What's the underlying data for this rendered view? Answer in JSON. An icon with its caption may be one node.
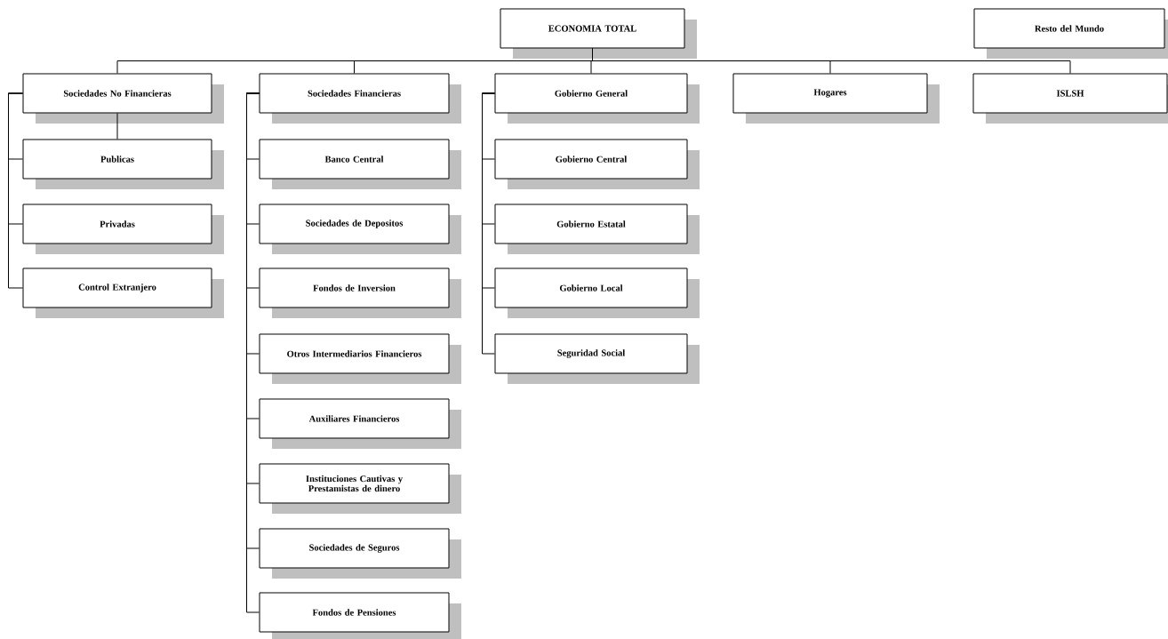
{
  "diagram": {
    "nodes": [
      {
        "text": [
          "ECONOMIA TOTAL"
        ]
      },
      {
        "text": [
          "Resto del Mundo"
        ]
      },
      {
        "text": [
          "Sociedades No Financieras"
        ]
      },
      {
        "text": [
          "Publicas"
        ]
      },
      {
        "text": [
          "Privadas"
        ]
      },
      {
        "text": [
          "Control Extranjero"
        ]
      },
      {
        "text": [
          "Sociedades Financieras"
        ]
      },
      {
        "text": [
          "Banco Central"
        ]
      },
      {
        "text": [
          "Sociedades de Depositos"
        ]
      },
      {
        "text": [
          "Fondos de Inversion"
        ]
      },
      {
        "text": [
          "Otros Intermediarios Financieros"
        ]
      },
      {
        "text": [
          "Auxiliares Financieros"
        ]
      },
      {
        "text": [
          "Instituciones Cautivas y Prestamistas de dinero"
        ]
      },
      {
        "text": [
          "Sociedades de Seguros"
        ]
      },
      {
        "text": [
          "Fondos de Pensiones"
        ]
      },
      {
        "text": [
          "Gobierno General"
        ]
      },
      {
        "text": [
          "Gobierno Central"
        ]
      },
      {
        "text": [
          "Gobierno Estatal"
        ]
      },
      {
        "text": [
          "Gobierno Local"
        ]
      },
      {
        "text": [
          "Seguridad Social"
        ]
      },
      {
        "text": [
          "Hogares"
        ]
      },
      {
        "text": [
          "ISLSH"
        ]
      }
    ],
    "edges": [
      {
        "from": 0,
        "to": 2,
        "arrow": "none"
      },
      {
        "from": 0,
        "to": 6,
        "arrow": "none"
      },
      {
        "from": 0,
        "to": 15,
        "arrow": "none"
      },
      {
        "from": 0,
        "to": 20,
        "arrow": "none"
      },
      {
        "from": 0,
        "to": 21,
        "arrow": "none"
      },
      {
        "from": 2,
        "to": 3,
        "arrow": "none"
      },
      {
        "from": 2,
        "to": 3,
        "arrow": "none"
      },
      {
        "from": 2,
        "to": 4,
        "arrow": "none"
      },
      {
        "from": 2,
        "to": 5,
        "arrow": "none"
      },
      {
        "from": 6,
        "to": 7,
        "arrow": "none"
      },
      {
        "from": 6,
        "to": 8,
        "arrow": "none"
      },
      {
        "from": 6,
        "to": 9,
        "arrow": "none"
      },
      {
        "from": 6,
        "to": 10,
        "arrow": "none"
      },
      {
        "from": 6,
        "to": 11,
        "arrow": "none"
      },
      {
        "from": 6,
        "to": 12,
        "arrow": "none"
      },
      {
        "from": 6,
        "to": 13,
        "arrow": "none"
      },
      {
        "from": 6,
        "to": 14,
        "arrow": "none"
      },
      {
        "from": 15,
        "to": 16,
        "arrow": "none"
      },
      {
        "from": 15,
        "to": 17,
        "arrow": "none"
      },
      {
        "from": 15,
        "to": 18,
        "arrow": "none"
      },
      {
        "from": 15,
        "to": 19,
        "arrow": "none"
      }
    ]
  }
}
